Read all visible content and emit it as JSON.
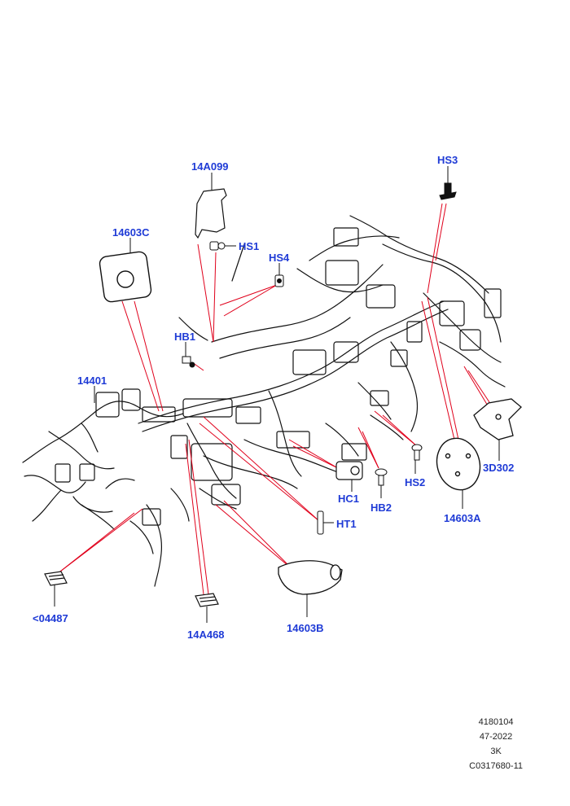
{
  "callouts": {
    "c14A099": "14A099",
    "cHS3": "HS3",
    "cHS1": "HS1",
    "cHS4": "HS4",
    "c14603C": "14603C",
    "cHB1": "HB1",
    "c14401": "14401",
    "cHC1": "HC1",
    "cHB2": "HB2",
    "cHS2": "HS2",
    "c14603A": "14603A",
    "c3D302": "3D302",
    "cHT1": "HT1",
    "c04487": "<04487",
    "c14A468": "14A468",
    "c14603B": "14603B"
  },
  "footer": {
    "line1": "4180104",
    "line2": "47-2022",
    "line3": "3K",
    "line4": "C0317680-11"
  },
  "colors": {
    "callout": "#1f3bd6",
    "leader": "#e0001b",
    "linework": "#111111"
  }
}
